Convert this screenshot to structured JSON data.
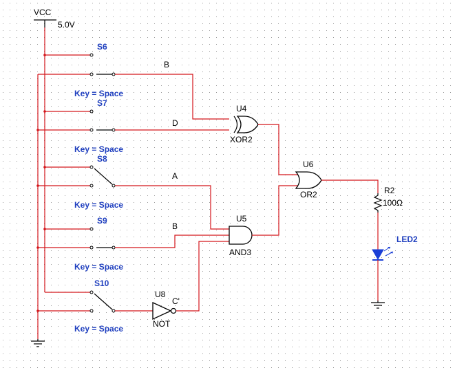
{
  "power": {
    "name": "VCC",
    "voltage": "5.0V"
  },
  "switches": [
    {
      "ref": "S6",
      "key": "Key = Space"
    },
    {
      "ref": "S7",
      "key": "Key = Space"
    },
    {
      "ref": "S8",
      "key": "Key = Space"
    },
    {
      "ref": "S9",
      "key": "Key = Space"
    },
    {
      "ref": "S10",
      "key": "Key = Space"
    }
  ],
  "nets": {
    "b1": "B",
    "d": "D",
    "a": "A",
    "b2": "B",
    "c_not": "C'"
  },
  "gates": {
    "u4": {
      "ref": "U4",
      "type": "XOR2"
    },
    "u5": {
      "ref": "U5",
      "type": "AND3"
    },
    "u6": {
      "ref": "U6",
      "type": "OR2"
    },
    "u8": {
      "ref": "U8",
      "type": "NOT"
    }
  },
  "resistor": {
    "ref": "R2",
    "value": "100Ω"
  },
  "led": {
    "ref": "LED2"
  },
  "colors": {
    "wire": "#d4161b",
    "label": "#1f3fbf",
    "led": "#1a3fd6"
  }
}
